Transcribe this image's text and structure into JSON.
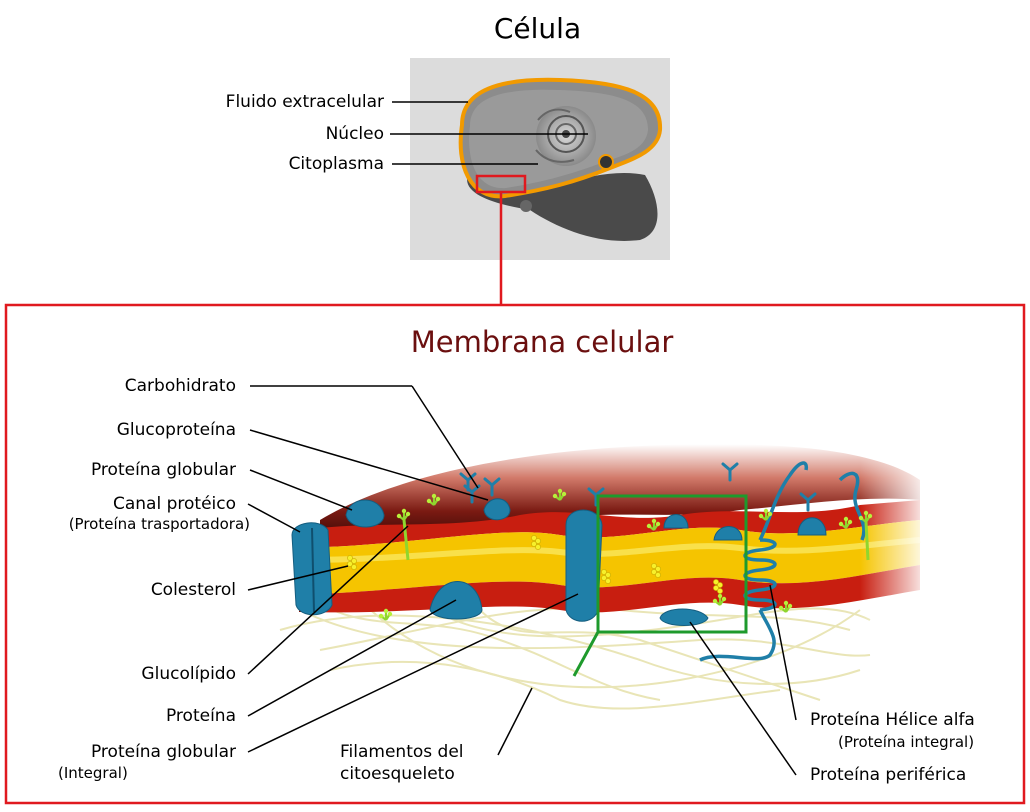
{
  "cell": {
    "title": "Célula",
    "labels": {
      "extracellular_fluid": "Fluido extracelular",
      "nucleus": "Núcleo",
      "cytoplasm": "Citoplasma"
    }
  },
  "membrane": {
    "title": "Membrana celular",
    "labels": {
      "carbohydrate": "Carbohidrato",
      "glycoprotein": "Glucoproteína",
      "globular_protein": "Proteína globular",
      "protein_channel": "Canal protéico",
      "protein_channel_sub": "(Proteína trasportadora)",
      "cholesterol": "Colesterol",
      "glycolipid": "Glucolípido",
      "protein": "Proteína",
      "globular_protein_integral": "Proteína globular",
      "globular_protein_integral_sub": "(Integral)",
      "cytoskeleton_filaments_1": "Filamentos del",
      "cytoskeleton_filaments_2": "citoesqueleto",
      "alpha_helix_protein": "Proteína Hélice alfa",
      "alpha_helix_protein_sub": "(Proteína integral)",
      "peripheral_protein": "Proteína periférica"
    }
  },
  "colors": {
    "frame_red": "#e0191f",
    "zoom_green": "#1e9a2c",
    "protein_blue": "#1f7fa8",
    "bilayer_yellow": "#f5c400",
    "bilayer_red": "#c81e10",
    "title_dark_red": "#6b0f0f"
  }
}
